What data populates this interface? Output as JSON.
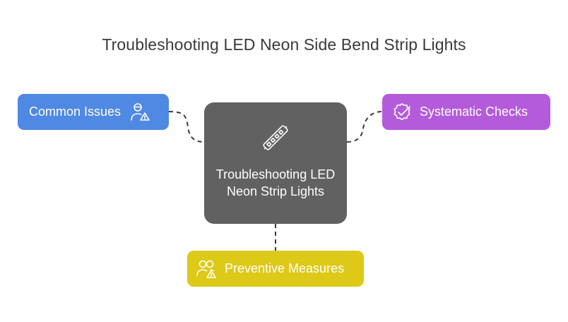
{
  "title": "Troubleshooting LED Neon Side Bend Strip Lights",
  "center": {
    "label": "Troubleshooting LED Neon Strip Lights",
    "icon": "led-strip-icon",
    "color": "#616161"
  },
  "nodes": {
    "issues": {
      "label": "Common Issues",
      "icon": "user-warning-icon",
      "color": "#4f89e3"
    },
    "checks": {
      "label": "Systematic Checks",
      "icon": "badge-check-icon",
      "color": "#b45bdc"
    },
    "measures": {
      "label": "Preventive Measures",
      "icon": "users-warning-icon",
      "color": "#ddc917"
    }
  }
}
